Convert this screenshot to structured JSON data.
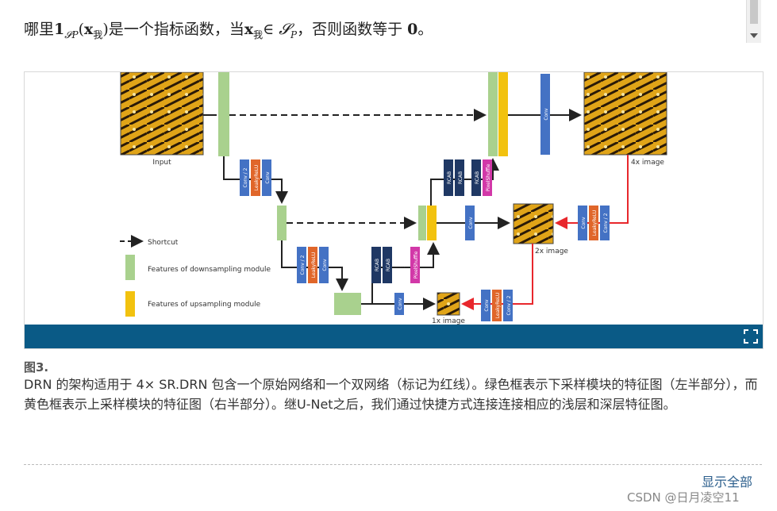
{
  "top_line": {
    "prefix": "哪里",
    "indicator": "1",
    "set_symbol": "𝓢",
    "set_sub": "P",
    "open_paren": "(",
    "var_x": "x",
    "var_sub": "我",
    "close_paren": ")",
    "middle": "是一个指标函数，当",
    "var_x2": "x",
    "var_sub2": "我",
    "in_symbol": "∈",
    "set_symbol2": "𝓢",
    "set_sub2": "P",
    "suffix": "，否则函数等于",
    "zero": "0",
    "end": "。"
  },
  "figure": {
    "labels": {
      "input": "Input",
      "out4x": "4x image",
      "out2x": "2x image",
      "out1x": "1x image",
      "conv": "Conv",
      "conv2": "Conv / 2",
      "leaky": "LeakyReLU",
      "rcab": "RCAB",
      "pixel": "PixelShuffle",
      "dots": "...",
      "legend_shortcut": "Shortcut",
      "legend_down": "Features of downsampling module",
      "legend_up": "Features of upsampling module"
    },
    "colors": {
      "green": "#a9d18e",
      "yellow": "#f2c20f",
      "blue": "#4472c4",
      "orange": "#e0662a",
      "magenta": "#d238a8",
      "navy": "#1f3864",
      "red": "#e8272c",
      "bar": "#0a5a86"
    }
  },
  "caption": {
    "title": "图3.",
    "text": "DRN 的架构适用于 4× SR.DRN 包含一个原始网络和一个双网络（标记为红线）。绿色框表示下采样模块的特征图（左半部分），而黄色框表示上采样模块的特征图（右半部分）。继U-Net之后，我们通过快捷方式连接连接相应的浅层和深层特征图。"
  },
  "show_all": "显示全部",
  "watermark": "CSDN @日月凌空11"
}
